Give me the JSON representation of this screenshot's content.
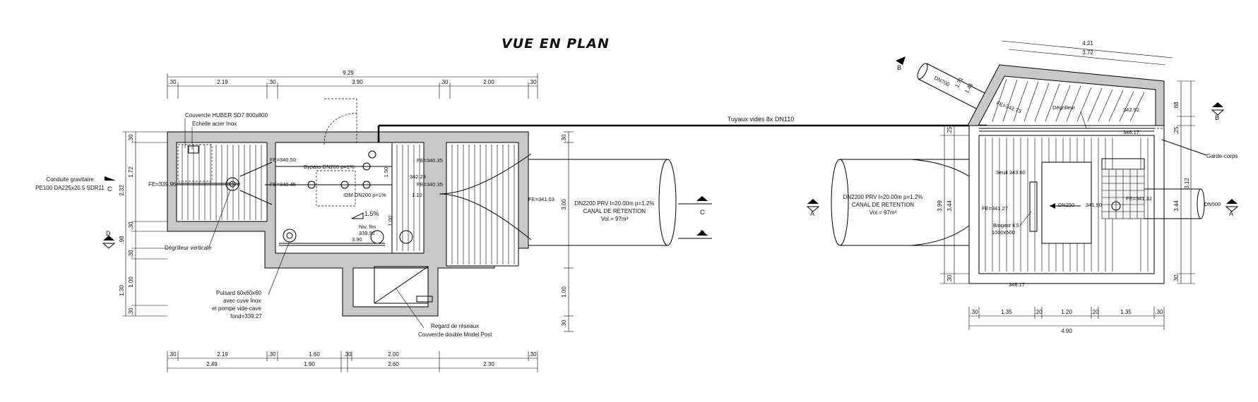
{
  "title": "VUE EN PLAN",
  "plan_left": {
    "top_dims": [
      "9.29",
      ".30",
      "2.19",
      ".30",
      "3.90",
      ".30",
      "2.00",
      ".30"
    ],
    "bottom_dims_row1": [
      ".30",
      "2.19",
      ".30",
      "1.60",
      ".30",
      "2.00",
      ".30"
    ],
    "bottom_dims_row2": [
      "2.49",
      "1.90",
      "2.60",
      "2.30"
    ],
    "left_dims": [
      ".30",
      "1.72",
      "2.32",
      ".30",
      ".98",
      ".30",
      "1.30",
      "1.00",
      ".30"
    ],
    "right_dims": [
      ".30",
      "3.00",
      "1.00",
      ".30"
    ],
    "labels": {
      "couvercle_huber": "Couvercle HUBER SD7 800x800",
      "echelle": "Echelle acier Inox",
      "conduite_1": "Conduite gravitaire",
      "conduite_2": "PE100 DA225x20.5 SDR11",
      "fe_33996": "FE=339.96",
      "degrilleur": "Dégrilleur verticale",
      "pulsard_1": "Pulsard 60x60x60",
      "pulsard_2": "avec cuve Inox",
      "pulsard_3": "et pompe vide-cave",
      "pulsard_4": "fond=339.27",
      "fe_34050": "FE=340.50",
      "bypass": "Bypass DN200 p=1%",
      "fe_34045": "FE=340.45",
      "idm": "IDM DN200 p=1%",
      "fe_34035a": "FE=340.35",
      "fe_34035b": "FE=340.35",
      "lvl_34223": "342.23",
      "dim_110": "1.10",
      "dim_150": "1.50",
      "dim_100": "1.00",
      "slope": "1.5%",
      "niv_1": "Niv. fini",
      "niv_2": "339.92",
      "dim_390": "3.90",
      "regard": "Regard de réseaux",
      "couvercle_double": "Couvercle double Model Post",
      "fe_34103": "FE=341.03"
    }
  },
  "canal": {
    "tuyaux": "Tuyaux vides 8x DN110",
    "left_1": "DN2200 PRV l=20.00m p=1.2%",
    "left_2": "CANAL DE RETENTION",
    "left_3": "Vol.= 97m³",
    "right_1": "DN2200 PRV l=20.00m p=1.2%",
    "right_2": "CANAL DE RETENTION",
    "right_3": "Vol.= 97m³"
  },
  "sections": {
    "A_left": "A",
    "A_right": "A",
    "B_top": "B",
    "B_right": "B",
    "C_left": "C",
    "C_right": "C",
    "D_left": "D",
    "D_right": "D"
  },
  "plan_right": {
    "top_dims": [
      "4.21",
      "3.72",
      "1.71",
      "1.41"
    ],
    "right_dims": [
      ".88",
      ".25",
      "3.12",
      "3.44",
      ".30"
    ],
    "left_dims": [
      ".25",
      "3.99",
      "3.44",
      ".30"
    ],
    "bottom_dims": [
      ".30",
      "1.35",
      ".20",
      "1.20",
      ".20",
      "1.35",
      ".30"
    ],
    "bottom_total": "4.90",
    "labels": {
      "dn700": "DN700",
      "fe_34273": "FE=342.73",
      "degrilleur": "Dégrilleur",
      "lvl_34292": "342.92",
      "lvl_34617a": "346.17",
      "seuil": "Seuil 343.60",
      "fe_34127": "FE=341.27",
      "dn250": "DN250",
      "lvl_341": "341.90",
      "fe_34132": "FE=341.32",
      "dn500": "DN500",
      "biogest_1": "Biogest KS",
      "biogest_2": "1000x500",
      "lvl_34617b": "346.17",
      "garde_corps": "Garde-corps"
    }
  }
}
